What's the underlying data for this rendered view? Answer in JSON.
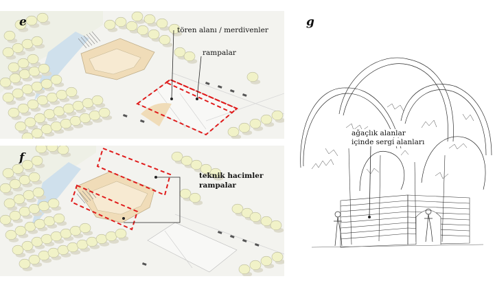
{
  "panels": {
    "e": {
      "letter": "e",
      "label_1": "tören alanı / merdivenler",
      "label_2": "rampalar"
    },
    "f": {
      "letter": "f",
      "label_1": "teknik hacimler",
      "label_2": "rampalar"
    },
    "g": {
      "letter": "g",
      "label_1": "ağaçlık alanlar",
      "label_2": "içinde sergi alanları"
    }
  },
  "colors": {
    "tree": "#f1f2c8",
    "tree_stroke": "#b9b99a",
    "ground": "#f3f3ef",
    "water": "#cfe0ec",
    "sand": "#f0dcb8",
    "highlight": "#e01b1b",
    "ink": "#222222"
  }
}
